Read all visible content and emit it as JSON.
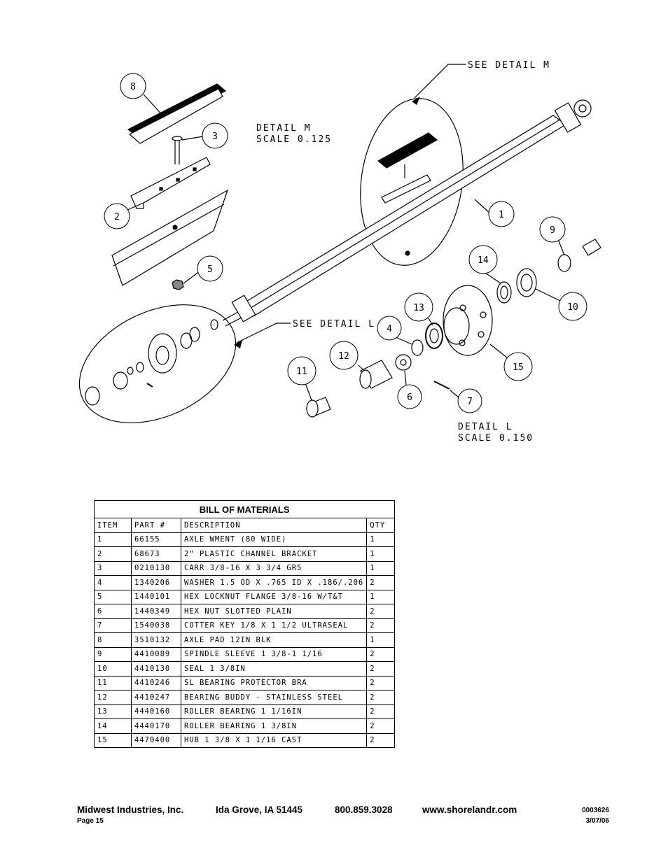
{
  "drawing": {
    "callouts": [
      "1",
      "2",
      "3",
      "4",
      "5",
      "6",
      "7",
      "8",
      "9",
      "10",
      "11",
      "12",
      "13",
      "14",
      "15"
    ],
    "see_detail_m": "SEE DETAIL  M",
    "see_detail_l": "SEE DETAIL  L",
    "detail_m": {
      "title": "DETAIL  M",
      "scale": "SCALE  0.125"
    },
    "detail_l": {
      "title": "DETAIL  L",
      "scale": "SCALE  0.150"
    }
  },
  "bom": {
    "title": "BILL OF MATERIALS",
    "headers": [
      "ITEM",
      "PART #",
      "DESCRIPTION",
      "QTY"
    ],
    "rows": [
      [
        "1",
        "66155",
        "AXLE WMENT (80 WIDE)",
        "1"
      ],
      [
        "2",
        "68673",
        "2\" PLASTIC CHANNEL BRACKET",
        "1"
      ],
      [
        "3",
        "0210130",
        "CARR 3/8-16 X 3 3/4 GR5",
        "1"
      ],
      [
        "4",
        "1340206",
        "WASHER 1.5 OD X .765 ID X .186/.206",
        "2"
      ],
      [
        "5",
        "1440101",
        "HEX LOCKNUT FLANGE 3/8-16 W/T&T",
        "1"
      ],
      [
        "6",
        "1440349",
        "HEX NUT SLOTTED PLAIN",
        "2"
      ],
      [
        "7",
        "1540038",
        "COTTER KEY 1/8 X 1 1/2 ULTRASEAL",
        "2"
      ],
      [
        "8",
        "3510132",
        "AXLE PAD 12IN  BLK",
        "1"
      ],
      [
        "9",
        "4410089",
        "SPINDLE SLEEVE  1 3/8-1 1/16",
        "2"
      ],
      [
        "10",
        "4410130",
        "SEAL  1 3/8IN",
        "2"
      ],
      [
        "11",
        "4410246",
        "SL BEARING PROTECTOR BRA",
        "2"
      ],
      [
        "12",
        "4410247",
        "BEARING BUDDY - STAINLESS STEEL",
        "2"
      ],
      [
        "13",
        "4440160",
        "ROLLER BEARING   1 1/16IN",
        "2"
      ],
      [
        "14",
        "4440170",
        "ROLLER BEARING   1 3/8IN",
        "2"
      ],
      [
        "15",
        "4470400",
        "HUB   1 3/8 X 1 1/16 CAST",
        "2"
      ]
    ]
  },
  "footer": {
    "company": "Midwest Industries, Inc.",
    "city": "Ida Grove, IA  51445",
    "phone": "800.859.3028",
    "website": "www.shorelandr.com",
    "page": "Page 15",
    "doc_number": "0003626",
    "date": "3/07/06"
  }
}
